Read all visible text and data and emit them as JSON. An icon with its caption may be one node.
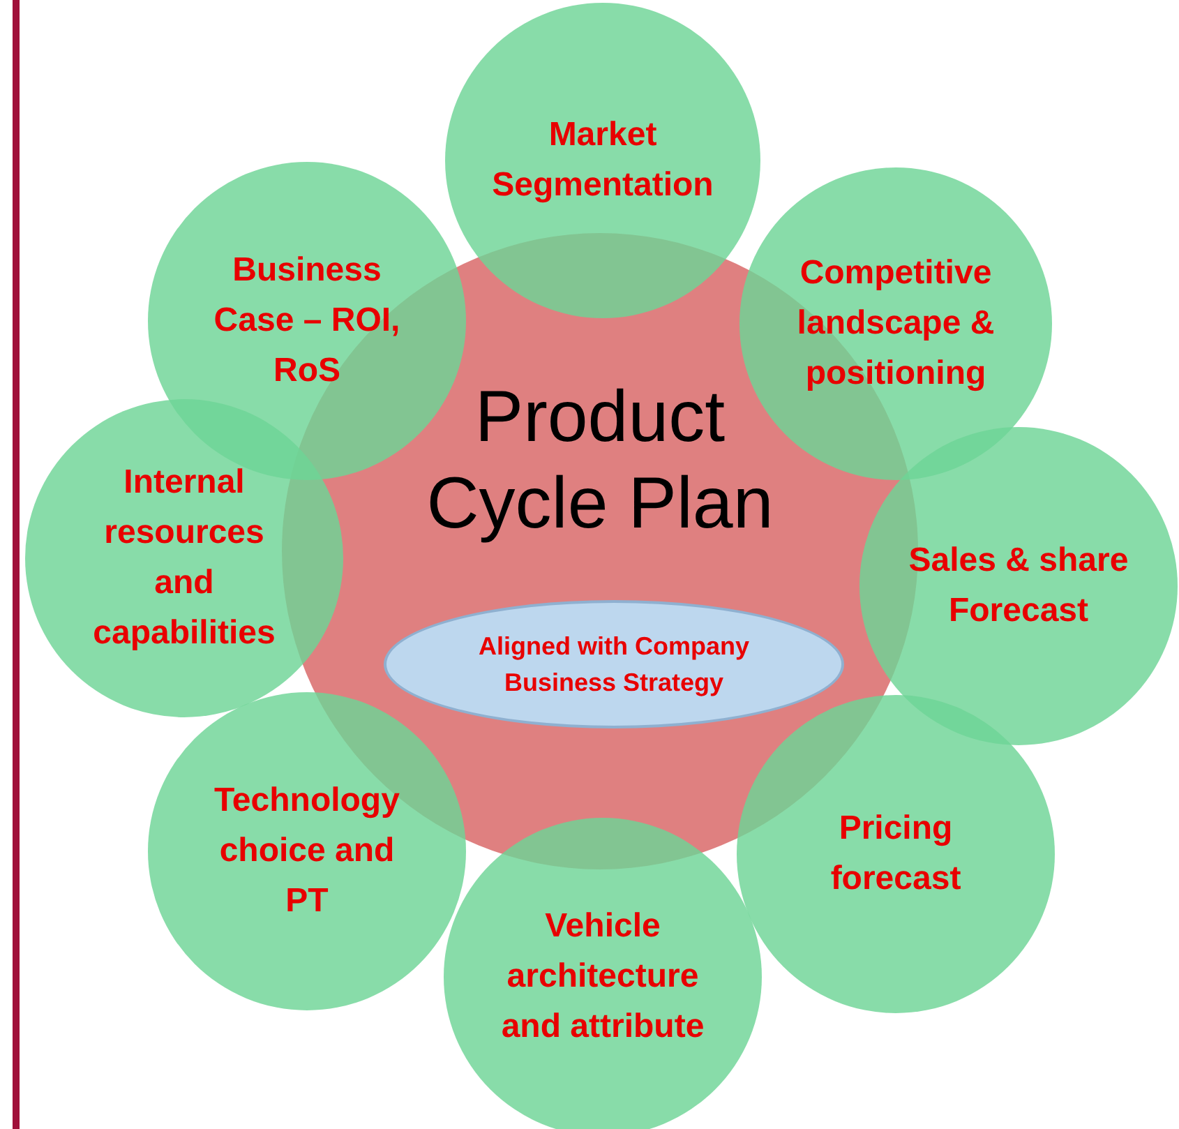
{
  "diagram": {
    "nodes": [
      {
        "text": [
          "Product Cycle Plan"
        ]
      },
      {
        "text": [
          "Aligned with Company Business Strategy"
        ],
        "in": 0
      },
      {
        "text": [
          "Market Segmentation"
        ]
      },
      {
        "text": [
          "Business Case – ROI, RoS"
        ]
      },
      {
        "text": [
          "Competitive landscape & positioning"
        ]
      },
      {
        "text": [
          "Internal resources and capabilities"
        ]
      },
      {
        "text": [
          "Sales & share Forecast"
        ]
      },
      {
        "text": [
          "Technology choice and PT"
        ]
      },
      {
        "text": [
          "Pricing forecast"
        ]
      },
      {
        "text": [
          "Vehicle architecture and attribute"
        ]
      }
    ],
    "edges": []
  }
}
